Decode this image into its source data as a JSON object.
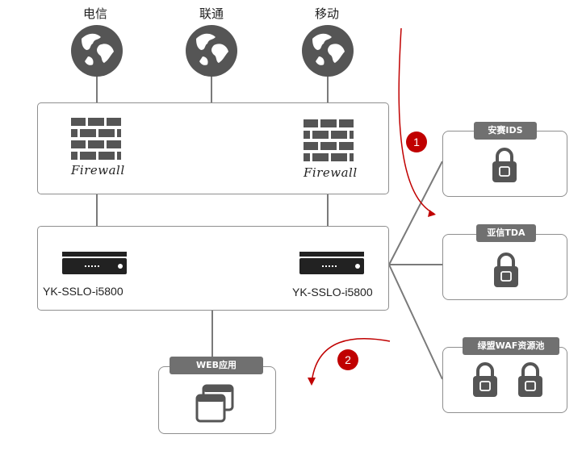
{
  "isps": [
    "电信",
    "联通",
    "移动"
  ],
  "firewall": {
    "label": "Firewall"
  },
  "devices": [
    "YK-SSLO-i5800",
    "YK-SSLO-i5800"
  ],
  "pools": [
    {
      "label": "安赛IDS",
      "locks": 1
    },
    {
      "label": "亚信TDA",
      "locks": 1
    },
    {
      "label": "绿盟WAF资源池",
      "locks": 2
    }
  ],
  "web_app": {
    "label": "WEB应用"
  },
  "steps": [
    "1",
    "2"
  ],
  "colors": {
    "line": "#7a7a7a",
    "icon": "#555555",
    "tag": "#707070",
    "accent": "#c00000"
  }
}
